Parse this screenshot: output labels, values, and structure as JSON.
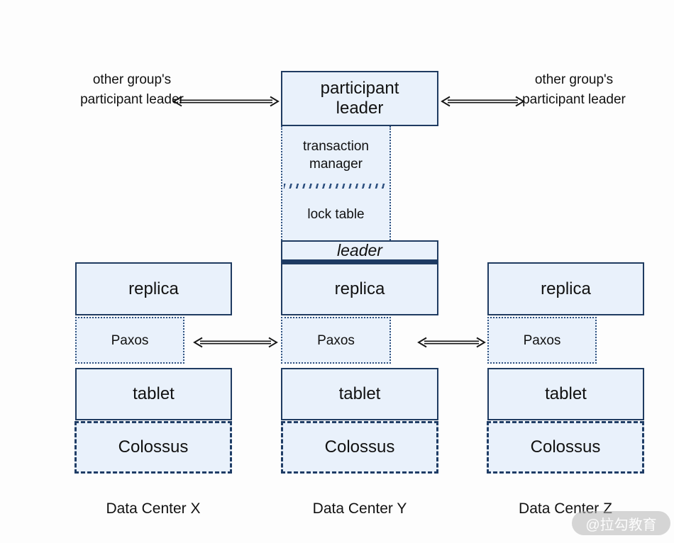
{
  "diagram_name": "spanner-datacenter-architecture",
  "colors": {
    "box_fill": "#e9f1fb",
    "border_solid": "#1f3b61",
    "border_dotted": "#2e5180",
    "arrow": "#141414",
    "text": "#111111",
    "background": "#fdfdfd"
  },
  "center_stack": {
    "participant_leader": "participant leader",
    "transaction_manager": "transaction manager",
    "lock_table": "lock table",
    "leader": "leader"
  },
  "side_labels": {
    "left": "other group's participant leader",
    "right": "other group's participant leader"
  },
  "columns": [
    {
      "replica": "replica",
      "paxos": "Paxos",
      "tablet": "tablet",
      "colossus": "Colossus",
      "datacenter": "Data Center X"
    },
    {
      "replica": "replica",
      "paxos": "Paxos",
      "tablet": "tablet",
      "colossus": "Colossus",
      "datacenter": "Data Center Y"
    },
    {
      "replica": "replica",
      "paxos": "Paxos",
      "tablet": "tablet",
      "colossus": "Colossus",
      "datacenter": "Data Center Z"
    }
  ],
  "watermark": "@拉勾教育"
}
